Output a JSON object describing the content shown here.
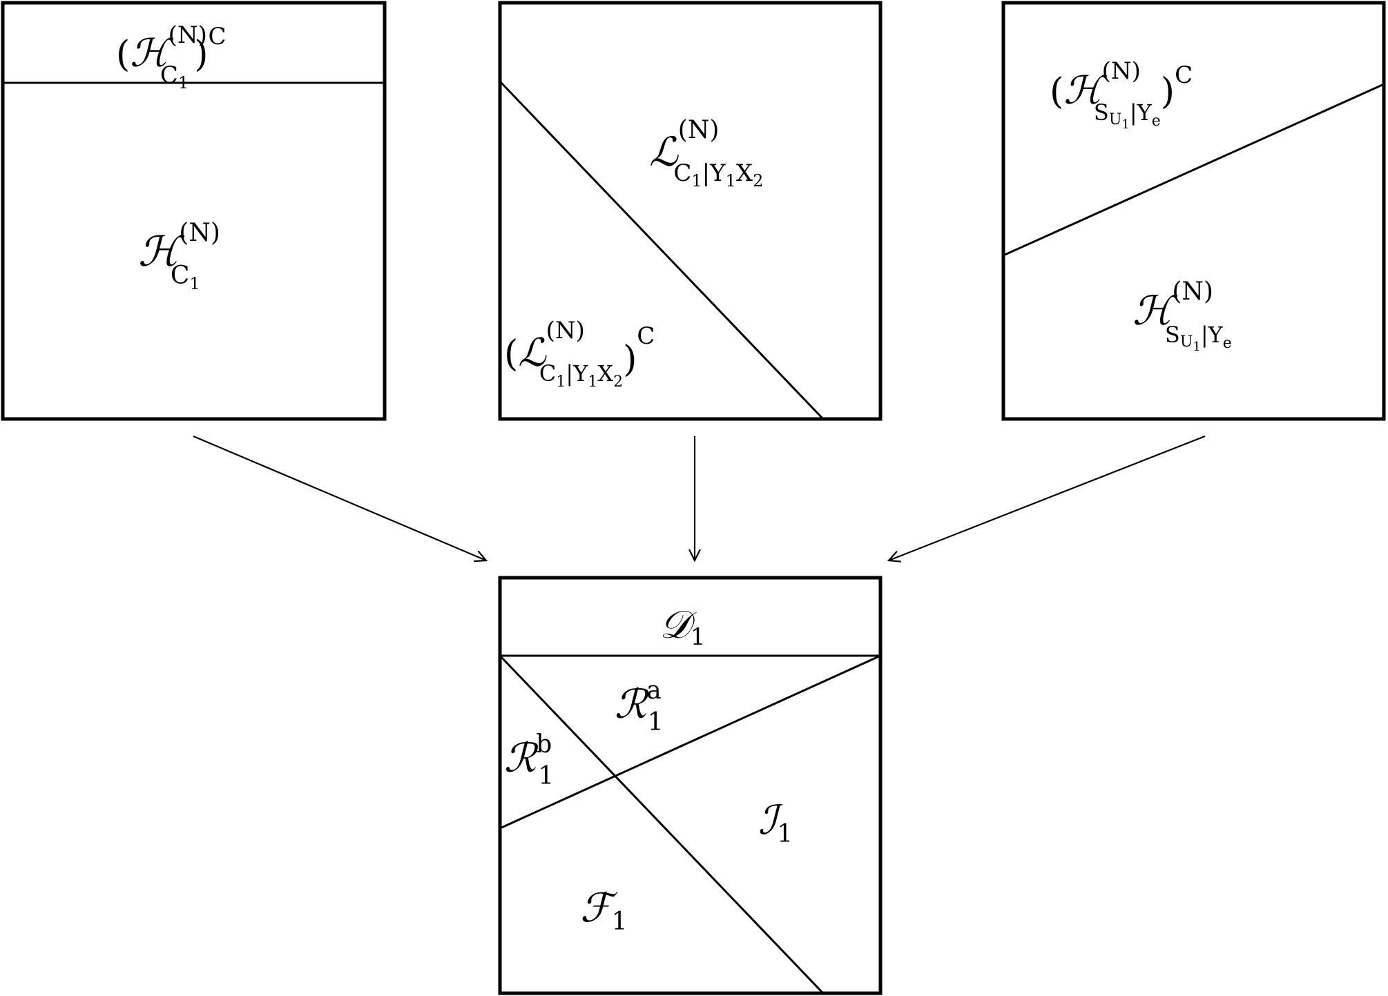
{
  "colors": {
    "stroke": "#000000",
    "background": "#ffffff"
  },
  "labels": {
    "h_c1_complement": {
      "open": "(",
      "sym": "ℋ",
      "sup": "(N)",
      "sub": "C",
      "subsub": "1",
      "close": ")",
      "outer_sup": "C"
    },
    "h_c1": {
      "sym": "ℋ",
      "sup": "(N)",
      "sub": "C",
      "subsub": "1"
    },
    "l_c1_given": {
      "sym": "ℒ",
      "sup": "(N)",
      "sub": "C",
      "subsub": "1",
      "cond": "|Y",
      "cond_sub": "1",
      "cond2": "X",
      "cond2_sub": "2"
    },
    "l_c1_given_complement": {
      "open": "(",
      "sym": "ℒ",
      "sup": "(N)",
      "sub": "C",
      "subsub": "1",
      "cond": "|Y",
      "cond_sub": "1",
      "cond2": "X",
      "cond2_sub": "2",
      "close": ")",
      "outer_sup": "C"
    },
    "h_su1_complement": {
      "open": "(",
      "sym": "ℋ",
      "sup": "(N)",
      "sub": "S",
      "sub_u": "U",
      "sub_u_sub": "1",
      "cond": "|Y",
      "cond_sub": "e",
      "close": ")",
      "outer_sup": "C"
    },
    "h_su1": {
      "sym": "ℋ",
      "sup": "(N)",
      "sub": "S",
      "sub_u": "U",
      "sub_u_sub": "1",
      "cond": "|Y",
      "cond_sub": "e"
    },
    "d1": {
      "sym": "𝒟",
      "sub": "1"
    },
    "r1a": {
      "sym": "ℛ",
      "sub": "1",
      "sup": "a"
    },
    "r1b": {
      "sym": "ℛ",
      "sub": "1",
      "sup": "b"
    },
    "i1": {
      "sym": "ℐ",
      "sub": "1"
    },
    "f1": {
      "sym": "ℱ",
      "sub": "1"
    }
  }
}
